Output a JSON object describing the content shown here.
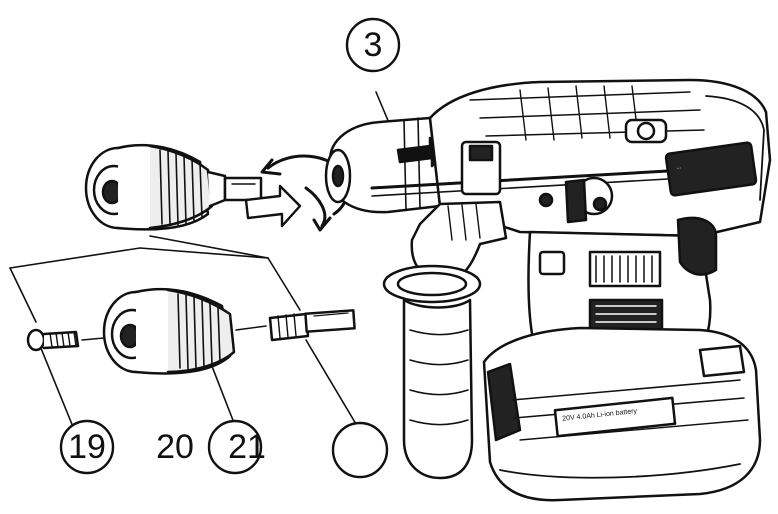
{
  "callouts": {
    "c3": "3",
    "c19": "19",
    "c20": "20",
    "c21": "21",
    "blank": ""
  },
  "battery_label": "20V 4.0Ah Li-ion battery",
  "side_label": "..."
}
